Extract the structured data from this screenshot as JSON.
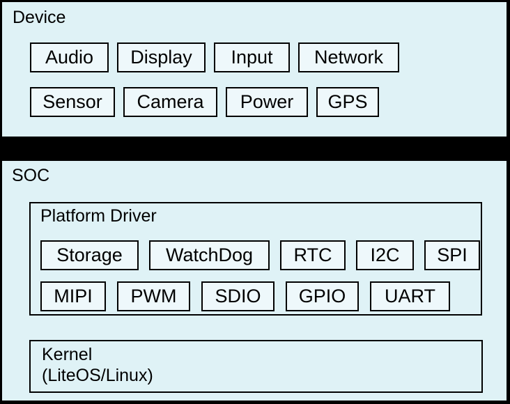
{
  "colors": {
    "outer_background": "#000000",
    "section_bg": "#dff2f6",
    "box_bg": "#eef8fb",
    "box_border": "#000000",
    "text": "#000000"
  },
  "device": {
    "title": "Device",
    "rows": [
      [
        "Audio",
        "Display",
        "Input",
        "Network"
      ],
      [
        "Sensor",
        "Camera",
        "Power",
        "GPS"
      ]
    ]
  },
  "soc": {
    "title": "SOC",
    "platform_driver": {
      "title": "Platform Driver",
      "rows": [
        [
          "Storage",
          "WatchDog",
          "RTC",
          "I2C",
          "SPI"
        ],
        [
          "MIPI",
          "PWM",
          "SDIO",
          "GPIO",
          "UART"
        ]
      ]
    },
    "kernel": {
      "title": "Kernel",
      "subtitle": "(LiteOS/Linux)"
    }
  }
}
